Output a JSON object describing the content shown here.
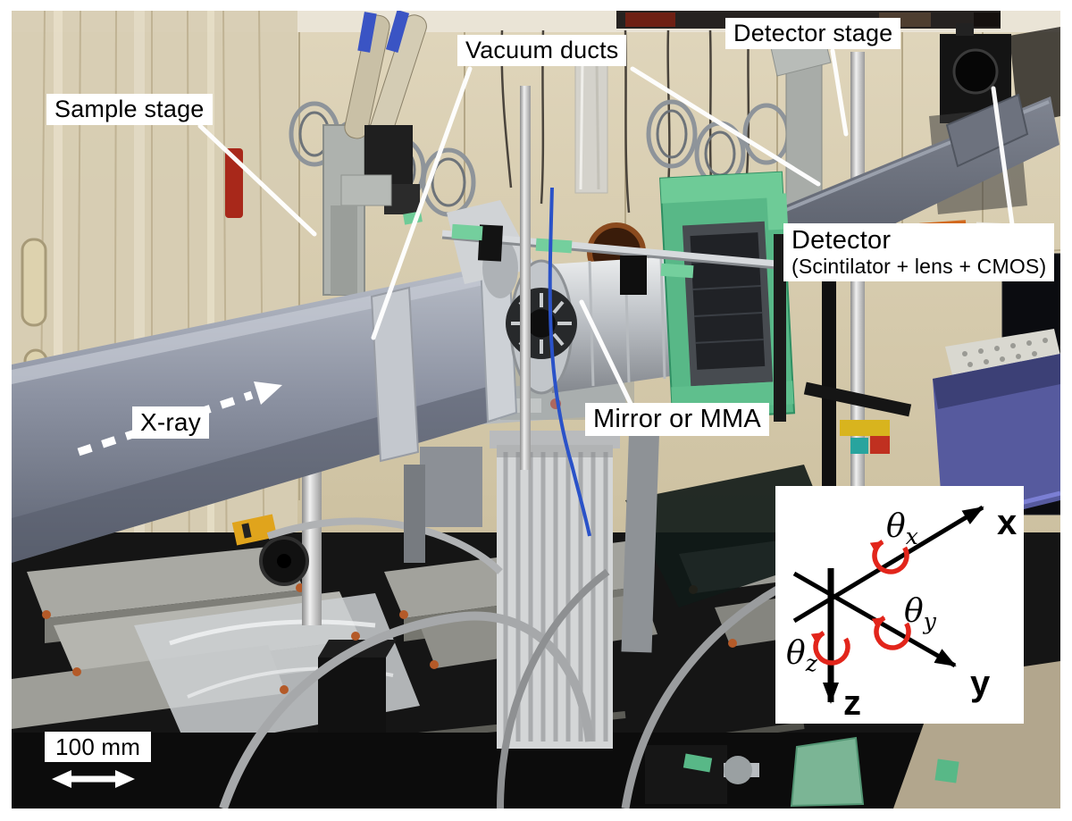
{
  "annotations": {
    "sample_stage": "Sample stage",
    "vacuum_ducts": "Vacuum ducts",
    "detector_stage": "Detector stage",
    "detector_title": "Detector",
    "detector_subtitle": "(Scintilator + lens + CMOS)",
    "mirror": "Mirror or MMA",
    "xray": "X-ray",
    "scale": "100 mm"
  },
  "inset_axes": {
    "x": "x",
    "y": "y",
    "z": "z",
    "theta": "θ",
    "theta_x_sub": "x",
    "theta_y_sub": "y",
    "theta_z_sub": "z"
  },
  "colors": {
    "label_bg": "#ffffff",
    "label_text": "#000000",
    "leader_line": "#ffffff",
    "rotation_arrow_red": "#e2251b",
    "axis_black": "#000000",
    "duct_gray": "#8b91a1",
    "tape_green": "#63c291",
    "wall_beige": "#d2c6a8"
  }
}
